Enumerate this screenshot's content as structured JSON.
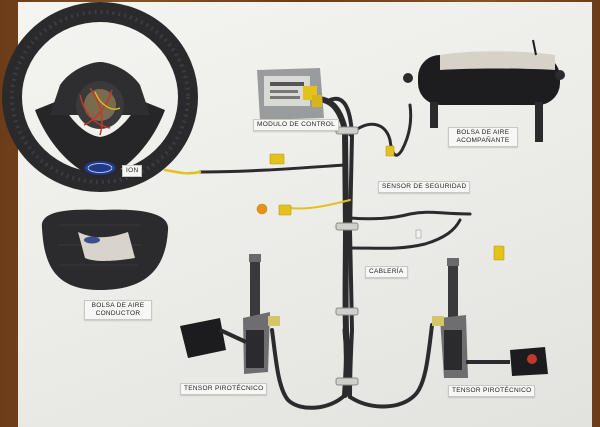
{
  "labels": {
    "modulo_control": "MODULO DE CONTROL",
    "bolsa_acompanante_line1": "BOLSA DE AIRE",
    "bolsa_acompanante_line2": "ACOMPAÑANTE",
    "sensor_seguridad": "SENSOR DE SEGURIDAD",
    "cableria": "CABLERÍA",
    "bolsa_conductor_line1": "BOLSA DE AIRE",
    "bolsa_conductor_line2": "CONDUCTOR",
    "tensor_izq": "TENSOR PIROTÉCNICO",
    "tensor_der": "TENSOR PIROTÉCNICO",
    "partial_label": "ION"
  },
  "colors": {
    "wire": "#2b2b2d",
    "yellow_connector": "#e3c21c",
    "plastic_black": "#1c1c1e",
    "board": "#efefeb",
    "frame": "#7a4a22"
  }
}
